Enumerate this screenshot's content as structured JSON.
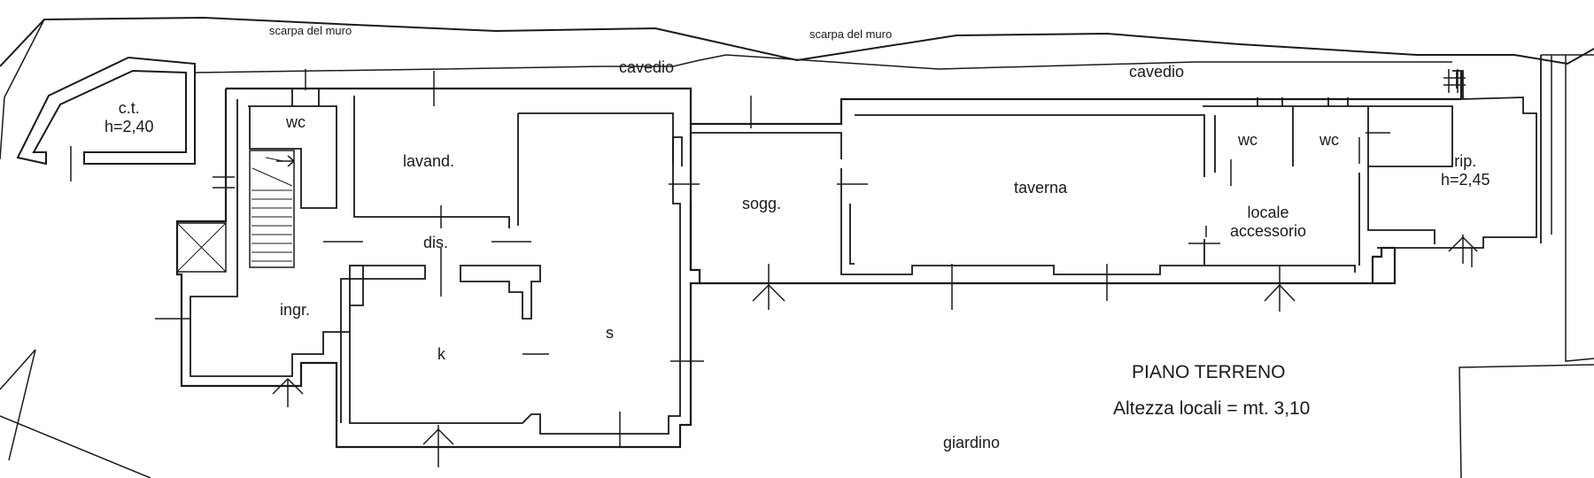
{
  "rooms": {
    "ct": {
      "name": "c.t.",
      "height": "h=2,40"
    },
    "wc1": "wc",
    "lavanderia": "lavand.",
    "disimpegno": "dis.",
    "ingresso": "ingr.",
    "cucina": "k",
    "salone": "s",
    "soggiorno": "sogg.",
    "taverna": "taverna",
    "wc2": "wc",
    "wc3": "wc",
    "locale_accessorio": {
      "line1": "locale",
      "line2": "accessorio"
    },
    "ripostiglio": {
      "name": "rip.",
      "height": "h=2,45"
    }
  },
  "exterior": {
    "scarpa_left": "scarpa del muro",
    "scarpa_right": "scarpa del muro",
    "cavedio_left": "cavedio",
    "cavedio_right": "cavedio",
    "giardino": "giardino"
  },
  "titles": {
    "floor": "PIANO TERRENO",
    "height_note": "Altezza locali = mt. 3,10"
  },
  "colors": {
    "ink": "#1a1a1a",
    "paper": "#ffffff"
  }
}
